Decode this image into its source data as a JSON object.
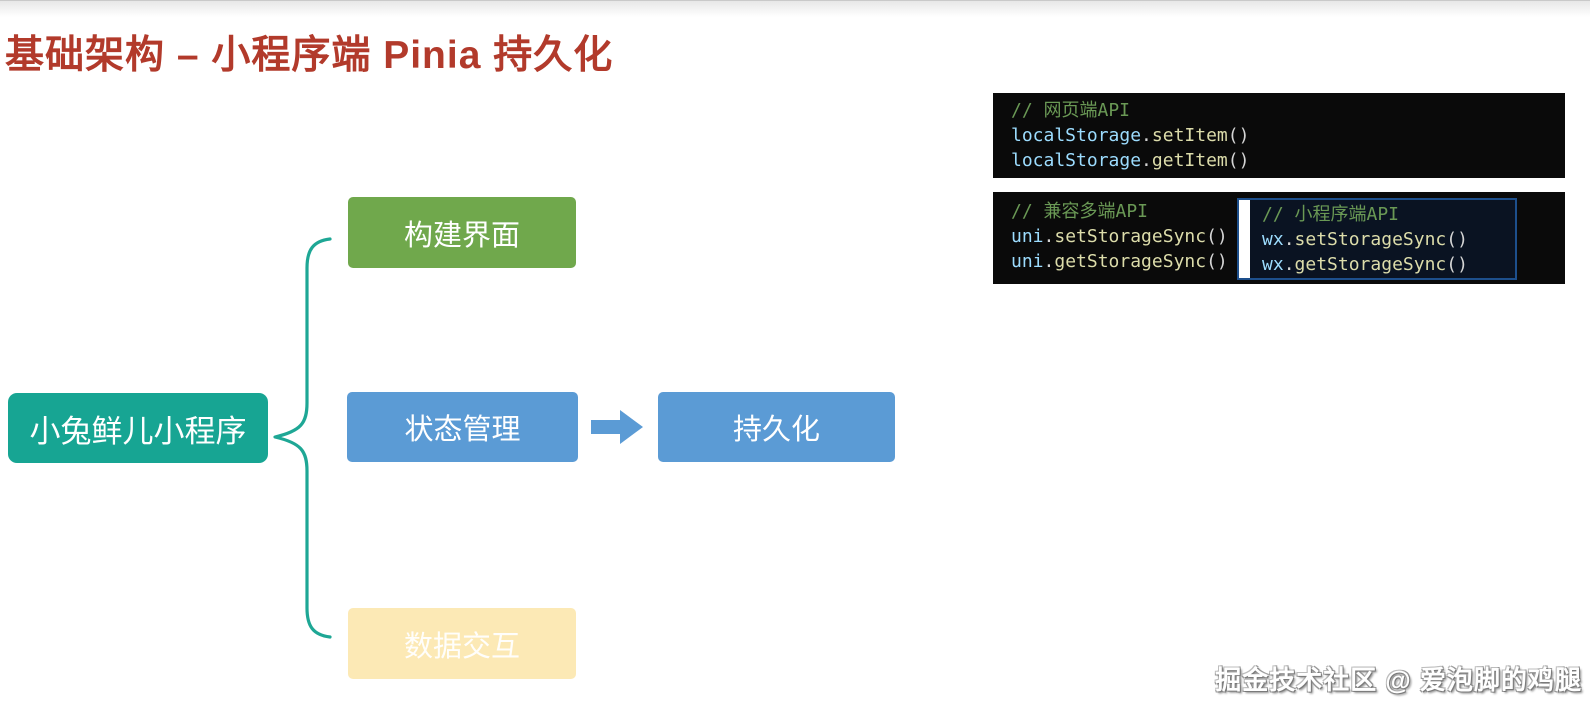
{
  "page": {
    "title": "基础架构 – 小程序端 Pinia 持久化",
    "watermark": "掘金技术社区 @ 爱泡脚的鸡腿"
  },
  "diagram": {
    "root_label": "小兔鲜儿小程序",
    "nodes": {
      "build_ui": "构建界面",
      "state_mgmt": "状态管理",
      "persistence": "持久化",
      "data_interaction": "数据交互"
    }
  },
  "code": {
    "web": {
      "comment": "// 网页端API",
      "lines": [
        {
          "obj": "localStorage",
          "dot": ".",
          "method": "setItem",
          "parens": "()"
        },
        {
          "obj": "localStorage",
          "dot": ".",
          "method": "getItem",
          "parens": "()"
        }
      ]
    },
    "multi": {
      "comment": "// 兼容多端API",
      "lines": [
        {
          "obj": "uni",
          "dot": ".",
          "method": "setStorageSync",
          "parens": "()"
        },
        {
          "obj": "uni",
          "dot": ".",
          "method": "getStorageSync",
          "parens": "()"
        }
      ]
    },
    "wx": {
      "comment": "// 小程序端API",
      "lines": [
        {
          "obj": "wx",
          "dot": ".",
          "method": "setStorageSync",
          "parens": "()"
        },
        {
          "obj": "wx",
          "dot": ".",
          "method": "getStorageSync",
          "parens": "()"
        }
      ]
    }
  },
  "colors": {
    "title": "#b23a2b",
    "teal": "#17a593",
    "green": "#70a84c",
    "blue": "#5b9bd5",
    "faded_yellow": "#fce9b5",
    "code_bg": "#0a0a0a",
    "comment": "#6a9955",
    "object": "#9cdcfe",
    "method": "#dcdcaa",
    "inset_border": "#1d4f8c",
    "inset_bg": "#0a1322"
  }
}
